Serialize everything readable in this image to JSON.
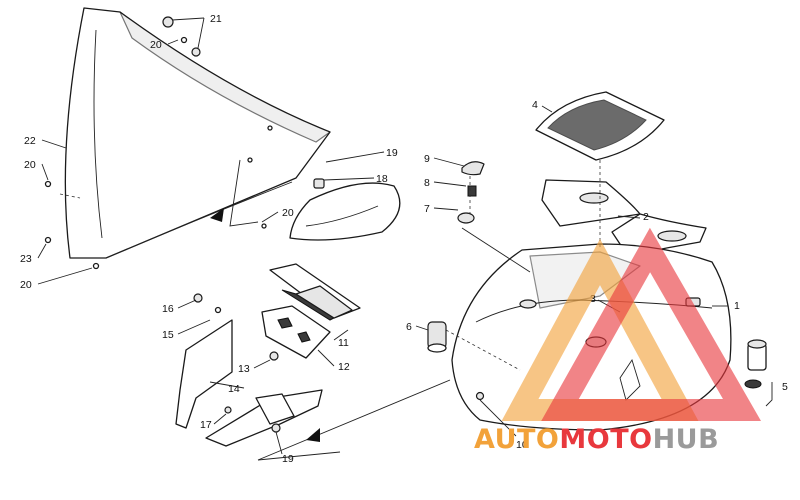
{
  "callouts": {
    "c1": "1",
    "c2": "2",
    "c3": "3",
    "c4": "4",
    "c5": "5",
    "c6": "6",
    "c7": "7",
    "c8": "8",
    "c9": "9",
    "c10": "10",
    "c11": "11",
    "c12": "12",
    "c13": "13",
    "c14": "14",
    "c15": "15",
    "c16": "16",
    "c17": "17",
    "c18": "18",
    "c19a": "19",
    "c19b": "19",
    "c20a": "20",
    "c20b": "20",
    "c20c": "20",
    "c20d": "20",
    "c21": "21",
    "c22": "22",
    "c23": "23"
  },
  "watermark": {
    "word_a": "AUTO",
    "word_b": "MOTO",
    "word_c": "HUB",
    "colors": {
      "orange": "#f2a23a",
      "red": "#e8383d",
      "gray": "#9a9a9a"
    }
  }
}
